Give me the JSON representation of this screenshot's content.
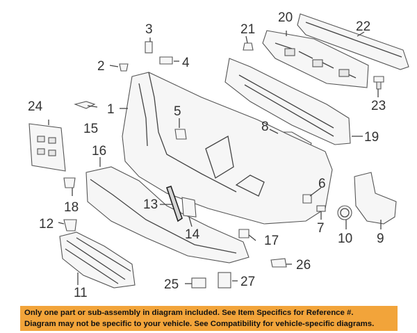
{
  "diagram": {
    "callouts": {
      "c1": "1",
      "c2": "2",
      "c3": "3",
      "c4": "4",
      "c5": "5",
      "c6": "6",
      "c7": "7",
      "c8": "8",
      "c9": "9",
      "c10": "10",
      "c11": "11",
      "c12": "12",
      "c13": "13",
      "c14": "14",
      "c15": "15",
      "c16": "16",
      "c17": "17",
      "c18": "18",
      "c19": "19",
      "c20": "20",
      "c21": "21",
      "c22": "22",
      "c23": "23",
      "c24": "24",
      "c25": "25",
      "c26": "26",
      "c27": "27"
    },
    "highlighted_part": "13"
  },
  "disclaimer": {
    "line1": "Only one part or sub-assembly in diagram included. See Item Specifics for Reference #.",
    "line2": "Diagram may not be specific to your vehicle. See Compatibility for vehicle-specific diagrams."
  },
  "colors": {
    "banner": "#f2a43a",
    "line": "#444444"
  }
}
